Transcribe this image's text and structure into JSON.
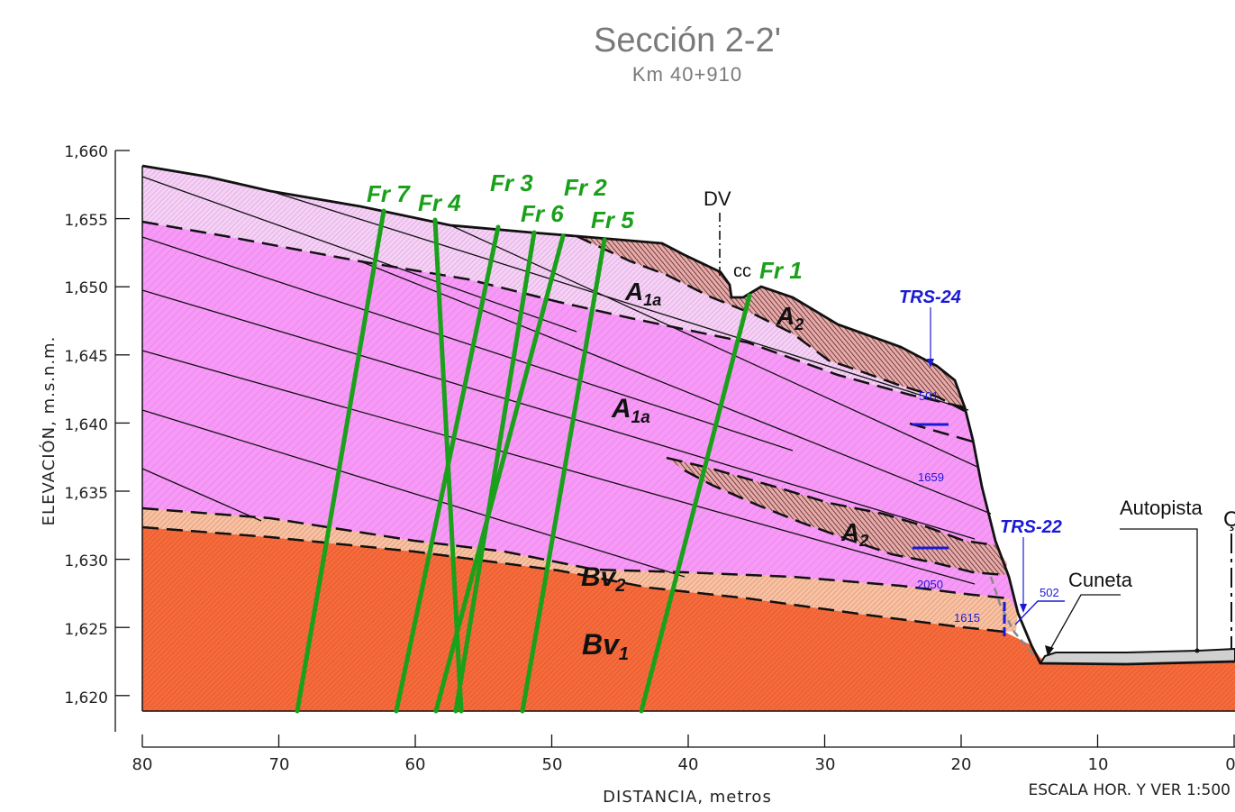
{
  "title": "Sección 2-2'",
  "subtitle": "Km  40+910",
  "ylabel": "ELEVACIÓN,  m.s.n.m.",
  "xlabel": "DISTANCIA,  metros",
  "scale_note": "ESCALA HOR. Y VER 1:500",
  "y_ticks": [
    "1,660",
    "1,655",
    "1,650",
    "1,645",
    "1,640",
    "1,635",
    "1,630",
    "1,625",
    "1,620"
  ],
  "x_ticks": [
    "80",
    "70",
    "60",
    "50",
    "40",
    "30",
    "20",
    "10",
    "0"
  ],
  "fractures": [
    "Fr 7",
    "Fr 4",
    "Fr 3",
    "Fr 2",
    "Fr 6",
    "Fr 5",
    "Fr 1"
  ],
  "units": {
    "a1a_top": "A",
    "a1a_top_sub": "1a",
    "a1a_main": "A",
    "a1a_main_sub": "1a",
    "a2_top": "A",
    "a2_top_sub": "2",
    "a2_lens": "A",
    "a2_lens_sub": "2",
    "bv2": "Bv",
    "bv2_sub": "2",
    "bv1": "Bv",
    "bv1_sub": "1"
  },
  "annotations": {
    "dv": "DV",
    "cc": "cc",
    "trs24": "TRS-24",
    "trs22": "TRS-22",
    "autopista": "Autopista",
    "cuneta": "Cuneta",
    "v501": "501",
    "v1659": "1659",
    "v2050": "2050",
    "v1615": "1615",
    "v502": "502"
  },
  "colors": {
    "a1a": "#f799f7",
    "a1a_light": "#f2c8f2",
    "a2": "#d98a8a",
    "bv2": "#f2b28f",
    "bv1": "#f26a3a",
    "fracture": "#1aa01a",
    "blue": "#1a1ad6"
  }
}
